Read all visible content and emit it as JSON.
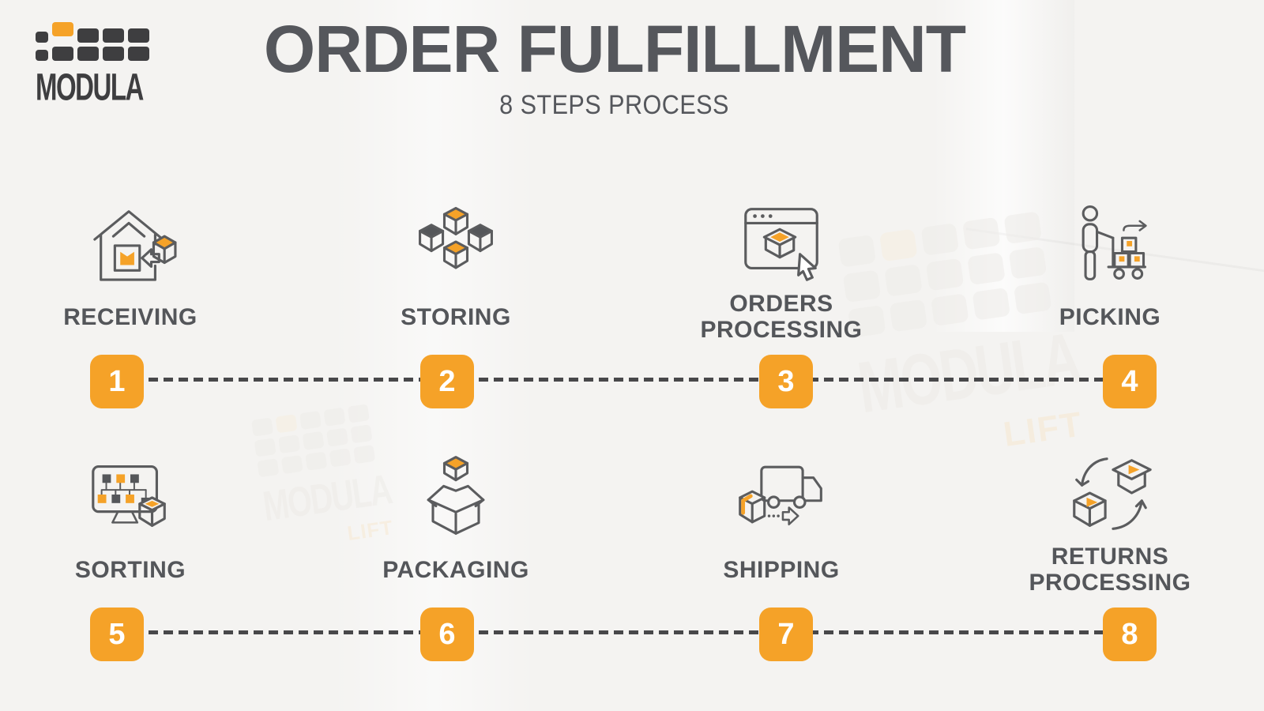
{
  "brand": {
    "name": "MODULA"
  },
  "header": {
    "title": "ORDER FULFILLMENT",
    "subtitle": "8 STEPS PROCESS"
  },
  "watermark": {
    "brand": "MODULA",
    "model": "LIFT"
  },
  "colors": {
    "accent_orange": "#F5A228",
    "title_gray": "#55575C",
    "label_gray": "#54565A",
    "icon_stroke": "#5B5C5E",
    "dash_gray": "#48484A",
    "background": "#F4F3F1",
    "badge_text": "#FFFFFF",
    "logo_dark": "#3E3E40"
  },
  "steps": [
    {
      "number": "1",
      "label": "RECEIVING",
      "icon": "receiving-icon"
    },
    {
      "number": "2",
      "label": "STORING",
      "icon": "storing-icon"
    },
    {
      "number": "3",
      "label": "ORDERS PROCESSING",
      "icon": "orders-processing-icon"
    },
    {
      "number": "4",
      "label": "PICKING",
      "icon": "picking-icon"
    },
    {
      "number": "5",
      "label": "SORTING",
      "icon": "sorting-icon"
    },
    {
      "number": "6",
      "label": "PACKAGING",
      "icon": "packaging-icon"
    },
    {
      "number": "7",
      "label": "SHIPPING",
      "icon": "shipping-icon"
    },
    {
      "number": "8",
      "label": "RETURNS PROCESSING",
      "icon": "returns-processing-icon"
    }
  ]
}
